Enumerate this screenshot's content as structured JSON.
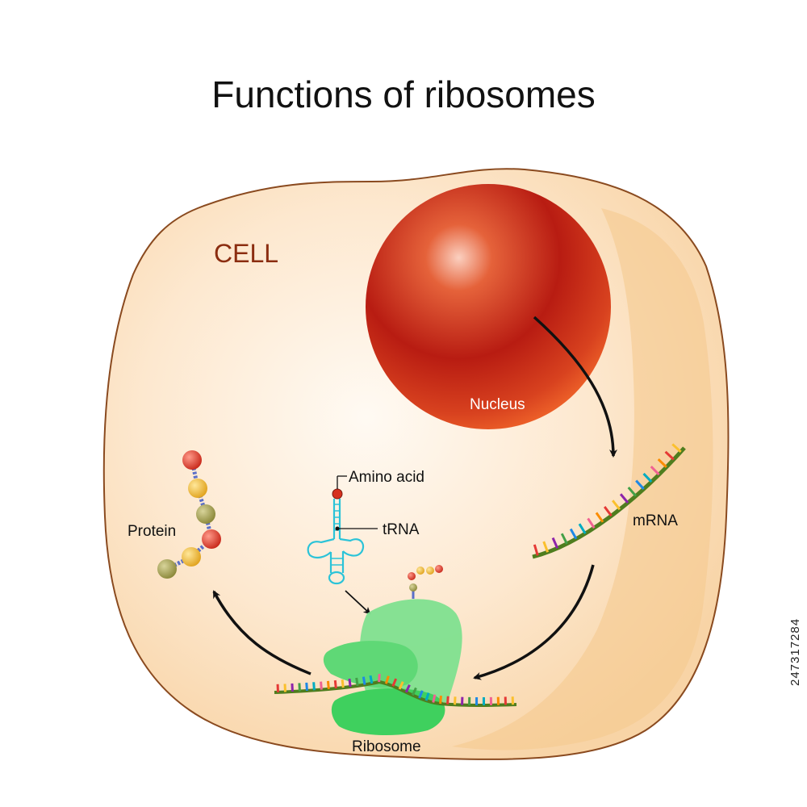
{
  "title": "Functions of ribosomes",
  "labels": {
    "cell": "CELL",
    "nucleus": "Nucleus",
    "mrna": "mRNA",
    "amino_acid": "Amino acid",
    "trna": "tRNA",
    "protein": "Protein",
    "ribosome": "Ribosome"
  },
  "stock_id": "247317284",
  "colors": {
    "cell_fill": "#fbe3c4",
    "cell_edge": "#8a4a1f",
    "cell_label": "#8b2d10",
    "nucleus_dark": "#8e0f0a",
    "nucleus_light": "#f3a383",
    "ribosome_green": "#39d35a",
    "trna_cyan": "#2bc3d8",
    "arrow": "#111111"
  },
  "icons": [
    "arrow-icon"
  ]
}
